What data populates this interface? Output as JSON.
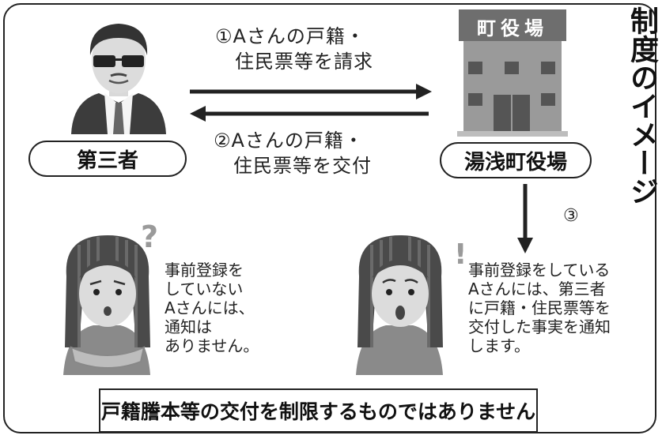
{
  "title": "制度のイメージ",
  "actors": {
    "third_party": "第三者",
    "town_hall": "湯浅町役場",
    "town_hall_sign": "町役場"
  },
  "steps": {
    "step1": "①Aさんの戸籍・\n　住民票等を請求",
    "step2": "②Aさんの戸籍・\n　住民票等を交付",
    "step3": "③"
  },
  "notes": {
    "not_registered": "事前登録を\nしていない\nAさんには、\n通知は\nありません。",
    "registered": "事前登録をしている\nAさんには、第三者\nに戸籍・住民票等を\n交付した事実を通知\nします。"
  },
  "icons": {
    "question_mark": "?",
    "exclamation_mark": "!"
  },
  "footer": "戸籍謄本等の交付を制限するものではありません"
}
